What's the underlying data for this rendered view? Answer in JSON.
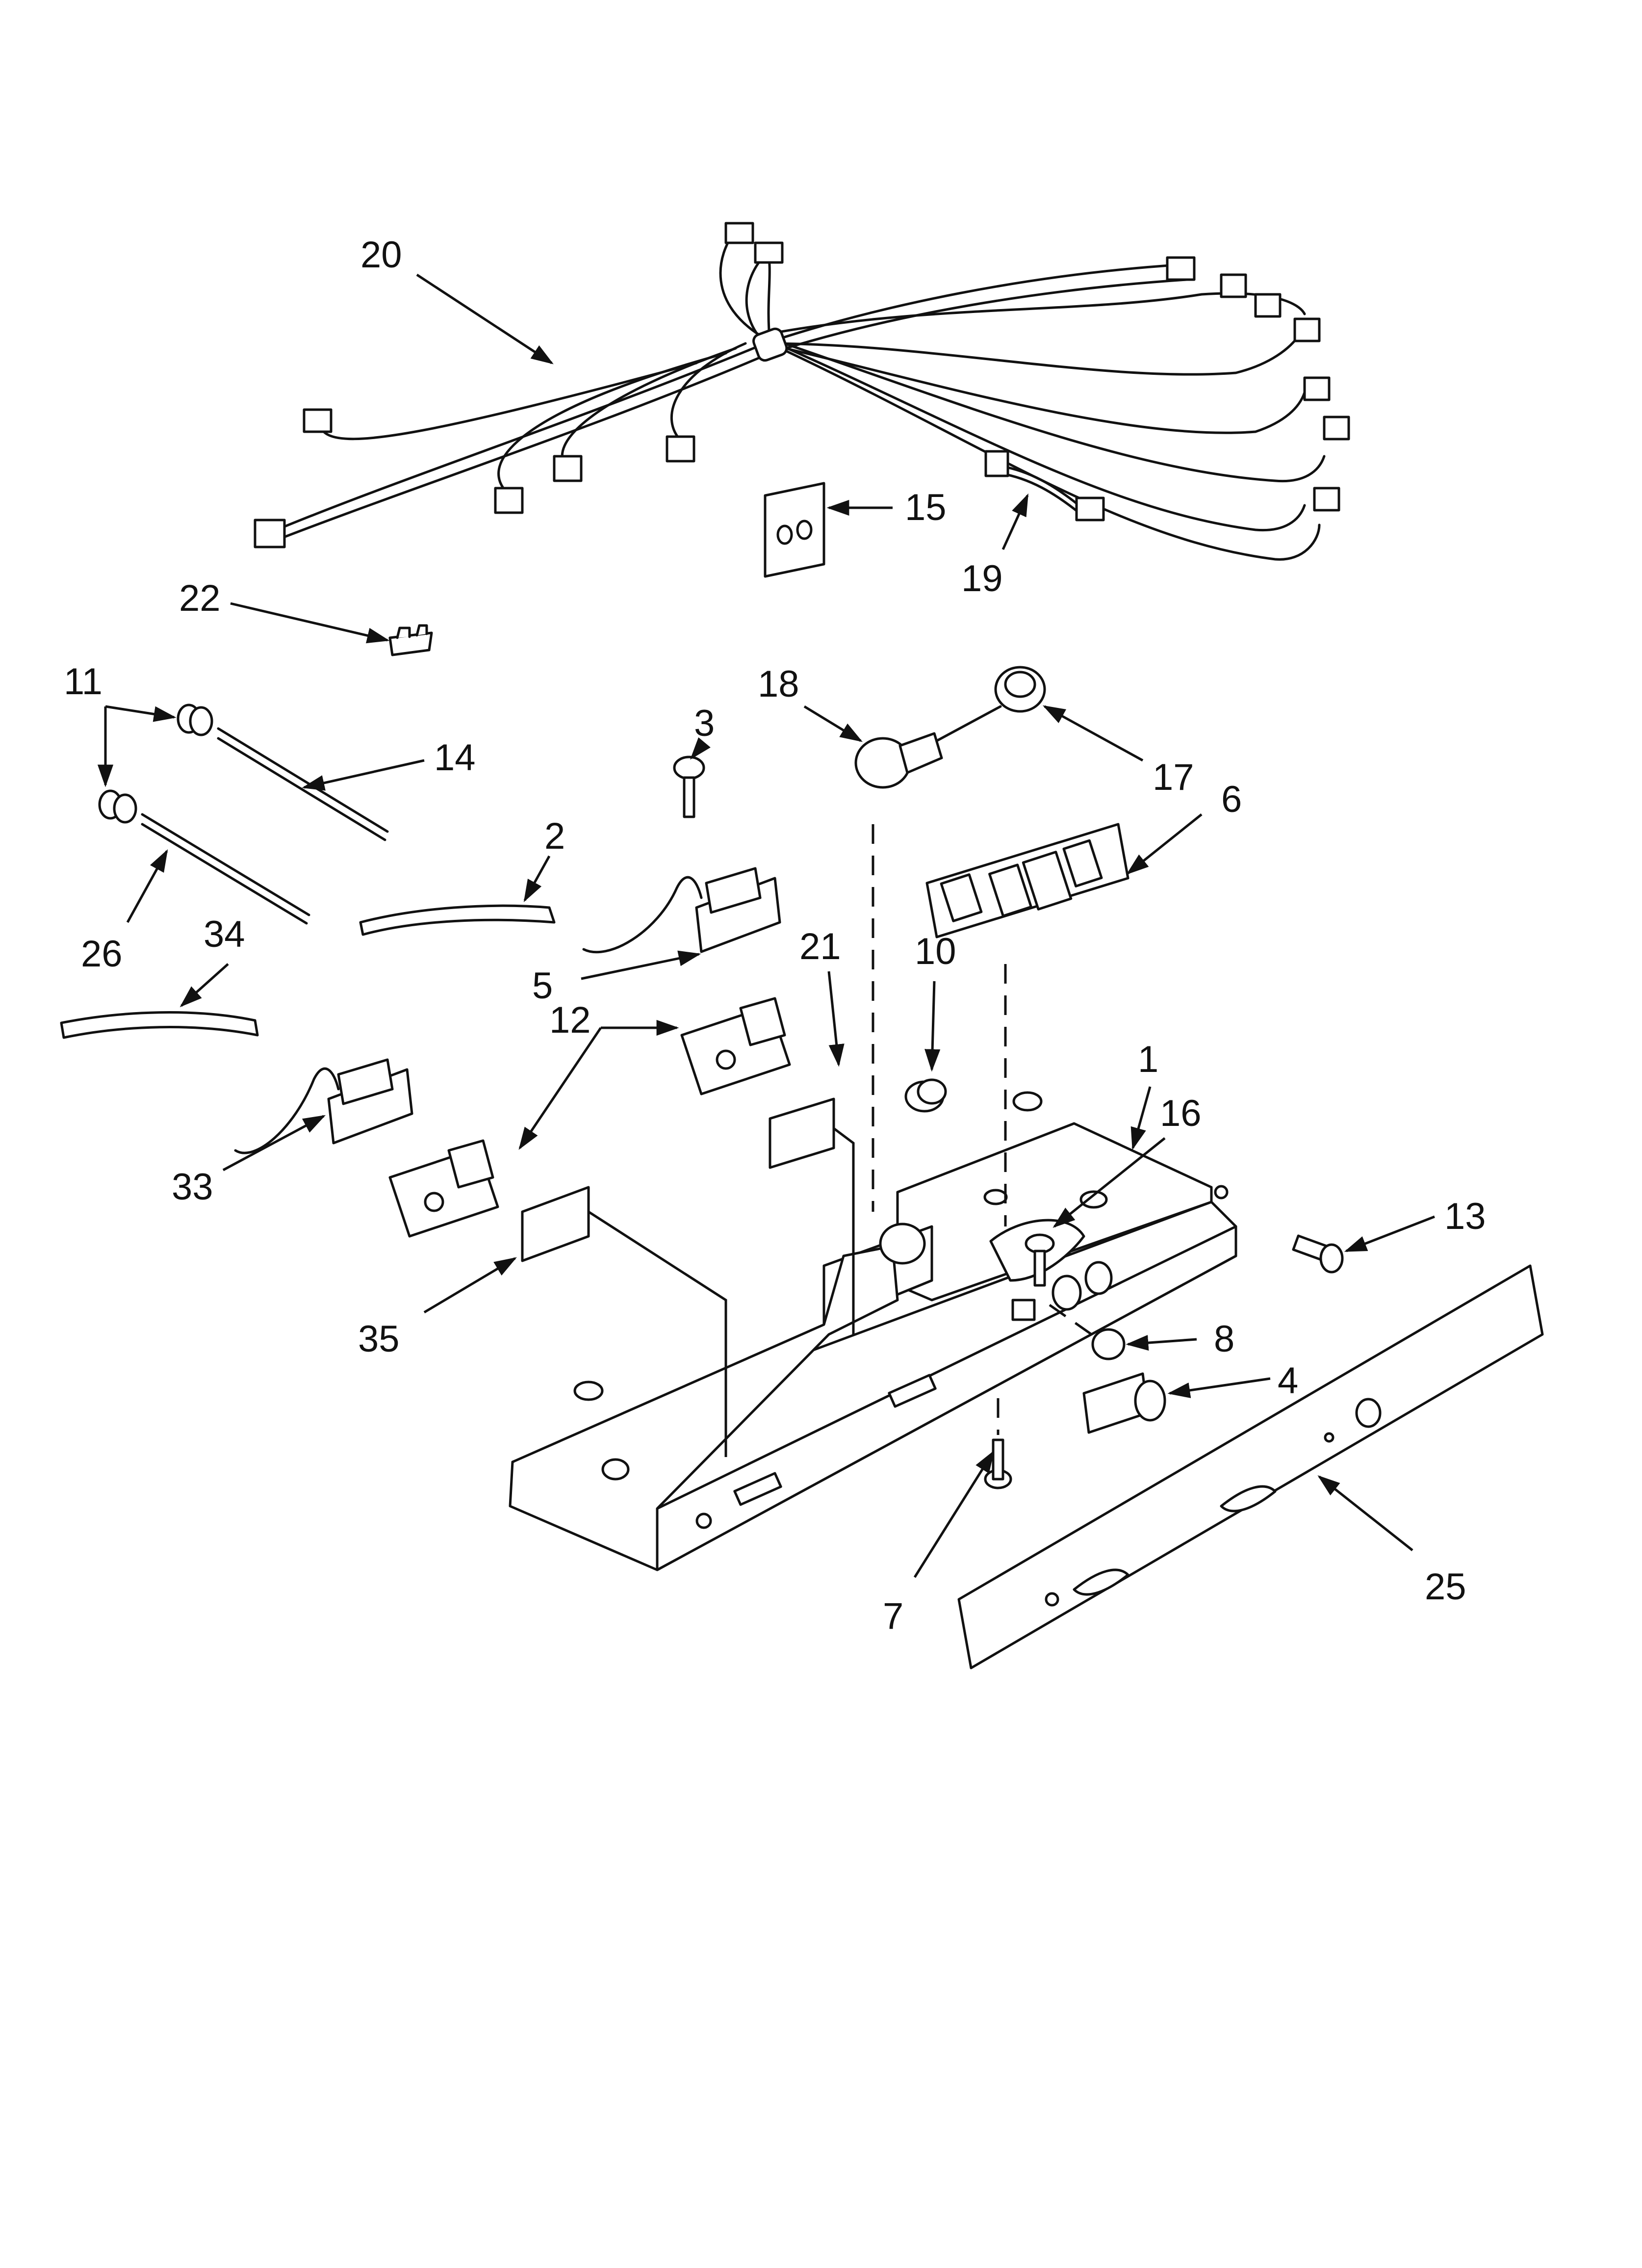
{
  "diagram": {
    "callouts": [
      {
        "id": "20",
        "label": "20"
      },
      {
        "id": "15",
        "label": "15"
      },
      {
        "id": "19",
        "label": "19"
      },
      {
        "id": "22",
        "label": "22"
      },
      {
        "id": "11",
        "label": "11"
      },
      {
        "id": "14",
        "label": "14"
      },
      {
        "id": "18",
        "label": "18"
      },
      {
        "id": "17",
        "label": "17"
      },
      {
        "id": "3",
        "label": "3"
      },
      {
        "id": "6",
        "label": "6"
      },
      {
        "id": "2",
        "label": "2"
      },
      {
        "id": "26",
        "label": "26"
      },
      {
        "id": "34",
        "label": "34"
      },
      {
        "id": "5",
        "label": "5"
      },
      {
        "id": "21",
        "label": "21"
      },
      {
        "id": "10",
        "label": "10"
      },
      {
        "id": "12",
        "label": "12"
      },
      {
        "id": "1",
        "label": "1"
      },
      {
        "id": "16",
        "label": "16"
      },
      {
        "id": "33",
        "label": "33"
      },
      {
        "id": "13",
        "label": "13"
      },
      {
        "id": "8",
        "label": "8"
      },
      {
        "id": "35",
        "label": "35"
      },
      {
        "id": "4",
        "label": "4"
      },
      {
        "id": "7",
        "label": "7"
      },
      {
        "id": "25",
        "label": "25"
      }
    ]
  }
}
